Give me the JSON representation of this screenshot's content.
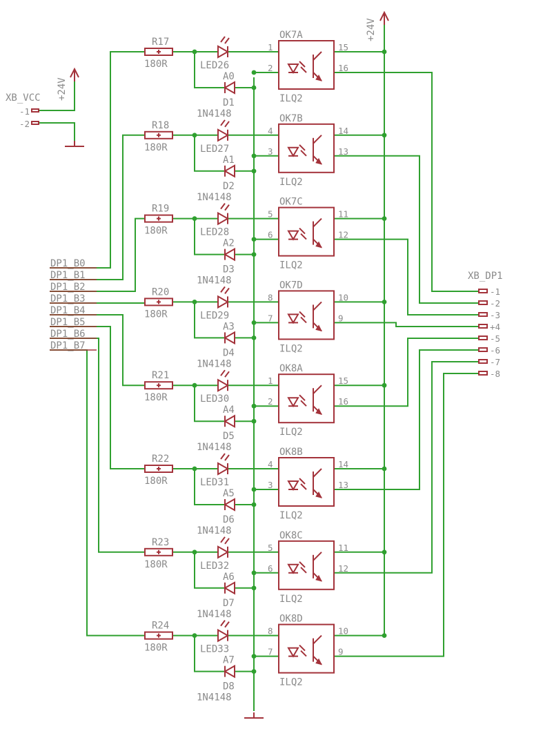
{
  "colors": {
    "wire": "#2fa02f",
    "part": "#a3323a",
    "text": "#8a8a8a"
  },
  "power": {
    "label": "+24V"
  },
  "xb_vcc": {
    "title": "XB_VCC",
    "pins": [
      "-1",
      "-2"
    ]
  },
  "xb_dp1": {
    "title": "XB_DP1",
    "pins": [
      "-1",
      "-2",
      "-3",
      "+4",
      "-5",
      "-6",
      "-7",
      "-8"
    ]
  },
  "bus_labels": [
    "DP1_B0",
    "DP1_B1",
    "DP1_B2",
    "DP1_B3",
    "DP1_B4",
    "DP1_B5",
    "DP1_B6",
    "DP1_B7"
  ],
  "channels": [
    {
      "resistor": "R17",
      "resistor_value": "180R",
      "led": "LED26",
      "net": "A0",
      "diode": "D1",
      "diode_type": "1N4148",
      "opto": "OK7A",
      "opto_type": "ILQ2",
      "pin_a": "1",
      "pin_k": "2",
      "pin_c": "15",
      "pin_e": "16"
    },
    {
      "resistor": "R18",
      "resistor_value": "180R",
      "led": "LED27",
      "net": "A1",
      "diode": "D2",
      "diode_type": "1N4148",
      "opto": "OK7B",
      "opto_type": "ILQ2",
      "pin_a": "4",
      "pin_k": "3",
      "pin_c": "14",
      "pin_e": "13"
    },
    {
      "resistor": "R19",
      "resistor_value": "180R",
      "led": "LED28",
      "net": "A2",
      "diode": "D3",
      "diode_type": "1N4148",
      "opto": "OK7C",
      "opto_type": "ILQ2",
      "pin_a": "5",
      "pin_k": "6",
      "pin_c": "11",
      "pin_e": "12"
    },
    {
      "resistor": "R20",
      "resistor_value": "180R",
      "led": "LED29",
      "net": "A3",
      "diode": "D4",
      "diode_type": "1N4148",
      "opto": "OK7D",
      "opto_type": "ILQ2",
      "pin_a": "8",
      "pin_k": "7",
      "pin_c": "10",
      "pin_e": "9"
    },
    {
      "resistor": "R21",
      "resistor_value": "180R",
      "led": "LED30",
      "net": "A4",
      "diode": "D5",
      "diode_type": "1N4148",
      "opto": "OK8A",
      "opto_type": "ILQ2",
      "pin_a": "1",
      "pin_k": "2",
      "pin_c": "15",
      "pin_e": "16"
    },
    {
      "resistor": "R22",
      "resistor_value": "180R",
      "led": "LED31",
      "net": "A5",
      "diode": "D6",
      "diode_type": "1N4148",
      "opto": "OK8B",
      "opto_type": "ILQ2",
      "pin_a": "4",
      "pin_k": "3",
      "pin_c": "14",
      "pin_e": "13"
    },
    {
      "resistor": "R23",
      "resistor_value": "180R",
      "led": "LED32",
      "net": "A6",
      "diode": "D7",
      "diode_type": "1N4148",
      "opto": "OK8C",
      "opto_type": "ILQ2",
      "pin_a": "5",
      "pin_k": "6",
      "pin_c": "11",
      "pin_e": "12"
    },
    {
      "resistor": "R24",
      "resistor_value": "180R",
      "led": "LED33",
      "net": "A7",
      "diode": "D8",
      "diode_type": "1N4148",
      "opto": "OK8D",
      "opto_type": "ILQ2",
      "pin_a": "8",
      "pin_k": "7",
      "pin_c": "10",
      "pin_e": "9"
    }
  ]
}
